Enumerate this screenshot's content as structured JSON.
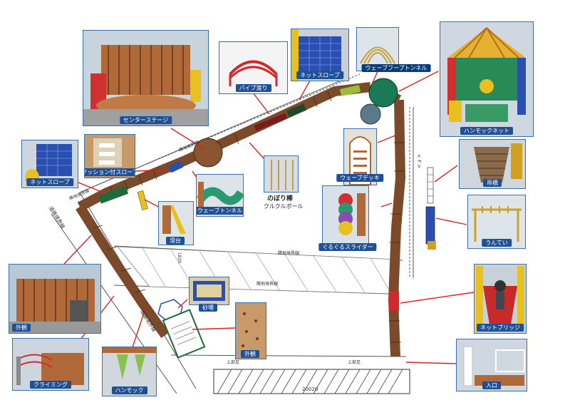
{
  "labels": {
    "center_stage": "センターステージ",
    "pipe_bridge": "パイプ渡り",
    "net_slope_top": "ネットスロープ",
    "wave_loop_tunnel": "ウェーブフープトンネル",
    "hammock_net": "ハンモックネット",
    "net_slope_left": "ネットスロープ",
    "cushion_slope": "クッション付スロープ",
    "wave_tunnel": "ウェーブトンネル",
    "climb_pole_title": "のぼり棒",
    "climb_pole_sub": "クルクルポール",
    "wave_deck": "ウェーブデッキ",
    "suspension_bridge": "吊橋",
    "slide": "滑台",
    "spiral_slider": "ぐるぐるスライダー",
    "monkey_bars": "うんてい",
    "exterior_left": "外観",
    "sandbox": "砂場",
    "net_bridge": "ネットブリッジ",
    "exterior_mid": "外観",
    "climbing": "クライミング",
    "hammock": "ハンモック",
    "entrance": "入口"
  },
  "plan_text": {
    "boundary_1": "隣地境界線",
    "boundary_2": "隣地境界線",
    "boundary_3": "隣地境界線",
    "boundary_4": "隣地境界線",
    "road_left": "道路境界線",
    "road_left_2": "道路境界線",
    "dim_1820": "1820",
    "bottom_dim": "20020",
    "arrow_label": "< F >",
    "upper_area_1": "上部足",
    "upper_area_2": "上部足"
  },
  "colors": {
    "deck_brown": "#7a4a2a",
    "deck_dark": "#5a3418",
    "net_green": "#2e8a55",
    "tube_teal": "#1b7a6a",
    "accent_red": "#d02a2a",
    "monkey_blue": "#2a4fb0",
    "caption_blue": "#1f4f95"
  }
}
